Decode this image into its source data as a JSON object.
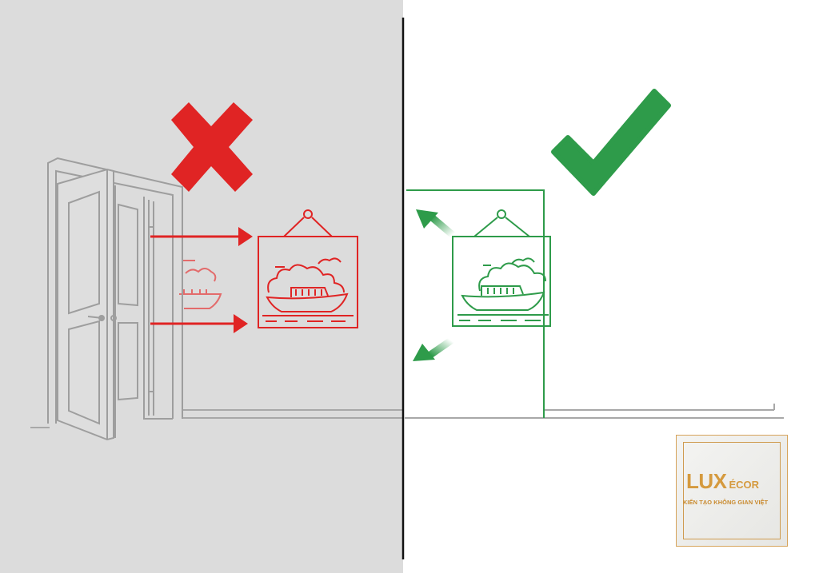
{
  "panels": {
    "left": {
      "verdict": "incorrect",
      "background": "#dcdcdc",
      "accent": "#e02424"
    },
    "right": {
      "verdict": "correct",
      "background": "#ffffff",
      "accent": "#2e9b4a"
    }
  },
  "icons": {
    "cross": "cross-mark-icon",
    "check": "check-mark-icon",
    "door": "door-icon",
    "picture": "boat-painting-icon",
    "arrow": "arrow-icon"
  },
  "colors": {
    "line_gray": "#a8a8a8",
    "divider": "#111111",
    "logo_gold": "#d59a3e"
  },
  "logo": {
    "brand": "LUX",
    "brand_suffix": "ÉCOR",
    "tagline": "KIẾN TẠO KHÔNG GIAN VIỆT"
  }
}
